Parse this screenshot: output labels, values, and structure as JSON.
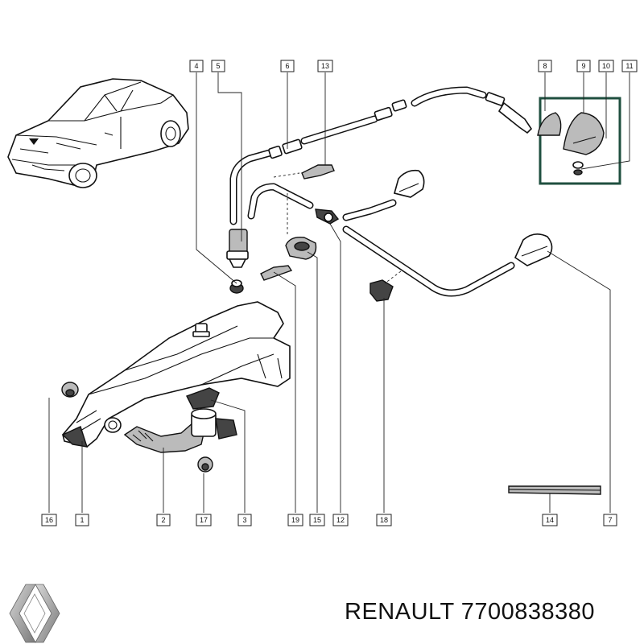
{
  "callouts": {
    "c1": "1",
    "c2": "2",
    "c3": "3",
    "c4": "4",
    "c5": "5",
    "c6": "6",
    "c7": "7",
    "c8": "8",
    "c9": "9",
    "c10": "10",
    "c11": "11",
    "c12": "12",
    "c13": "13",
    "c14": "14",
    "c15": "15",
    "c16": "16",
    "c17": "17",
    "c18": "18",
    "c19": "19"
  },
  "caption": {
    "brand": "RENAULT",
    "part_number": "7700838380",
    "full": "RENAULT 7700838380"
  },
  "colors": {
    "line": "#111111",
    "highlight_frame": "#1f4f3f",
    "background": "#ffffff"
  },
  "icons": {
    "logo": "renault-diamond-logo"
  }
}
